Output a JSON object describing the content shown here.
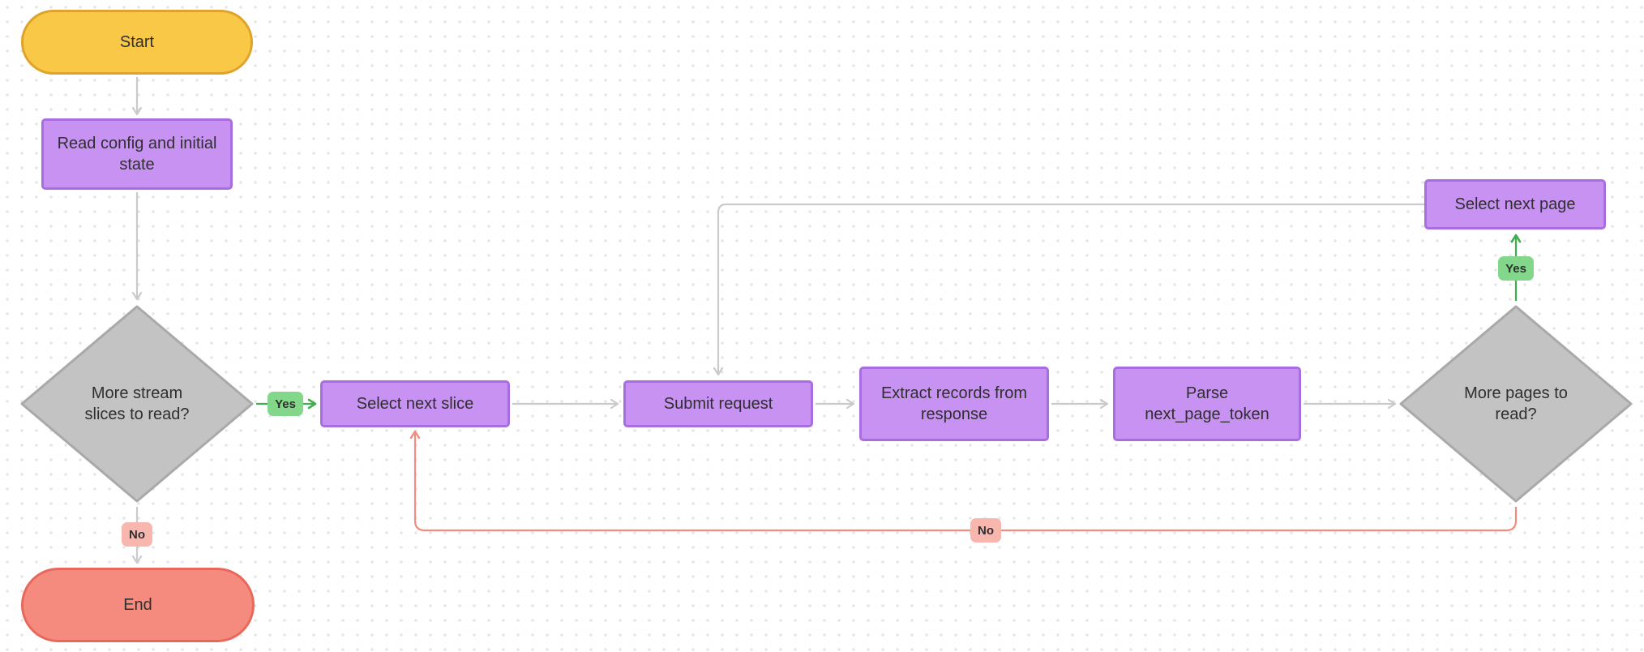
{
  "diagram": {
    "type": "flowchart",
    "background": "dot-grid"
  },
  "colors": {
    "canvas-bg": "#ffffff",
    "dot-grid": "#e4e4e4",
    "text": "#2f2f2f",
    "badge-text": "#2f2f2f",
    "start-fill": "#f9c847",
    "start-border": "#dfa32b",
    "process-fill": "#c792f2",
    "process-border": "#a86ee0",
    "decision-fill": "#c3c3c3",
    "decision-border": "#a9a9a9",
    "end-fill": "#f58a7e",
    "end-border": "#e8685c",
    "edge-gray": "#cacaca",
    "edge-green": "#3fae4f",
    "edge-red": "#f28b80",
    "badge-yes-fill": "#82d78a",
    "badge-no-fill": "#f8b7ae"
  },
  "nodes": {
    "start": {
      "label": "Start",
      "shape": "terminator"
    },
    "read_config": {
      "label": "Read config and initial state",
      "shape": "process"
    },
    "more_slices": {
      "label": "More stream slices to read?",
      "shape": "decision"
    },
    "select_next_slice": {
      "label": "Select next slice",
      "shape": "process"
    },
    "submit_request": {
      "label": "Submit request",
      "shape": "process"
    },
    "extract_records": {
      "label": "Extract records from response",
      "shape": "process"
    },
    "parse_next_page_token": {
      "label": "Parse next_page_token",
      "shape": "process"
    },
    "more_pages": {
      "label": "More pages to read?",
      "shape": "decision"
    },
    "select_next_page": {
      "label": "Select next page",
      "shape": "process"
    },
    "end": {
      "label": "End",
      "shape": "terminator"
    }
  },
  "edges": [
    {
      "from": "start",
      "to": "read_config",
      "label": ""
    },
    {
      "from": "read_config",
      "to": "more_slices",
      "label": ""
    },
    {
      "from": "more_slices",
      "to": "select_next_slice",
      "label": "Yes",
      "color": "green"
    },
    {
      "from": "more_slices",
      "to": "end",
      "label": "No",
      "color": "gray"
    },
    {
      "from": "select_next_slice",
      "to": "submit_request",
      "label": ""
    },
    {
      "from": "submit_request",
      "to": "extract_records",
      "label": ""
    },
    {
      "from": "extract_records",
      "to": "parse_next_page_token",
      "label": ""
    },
    {
      "from": "parse_next_page_token",
      "to": "more_pages",
      "label": ""
    },
    {
      "from": "more_pages",
      "to": "select_next_page",
      "label": "Yes",
      "color": "green"
    },
    {
      "from": "select_next_page",
      "to": "submit_request",
      "label": ""
    },
    {
      "from": "more_pages",
      "to": "select_next_slice",
      "label": "No",
      "color": "red"
    }
  ]
}
